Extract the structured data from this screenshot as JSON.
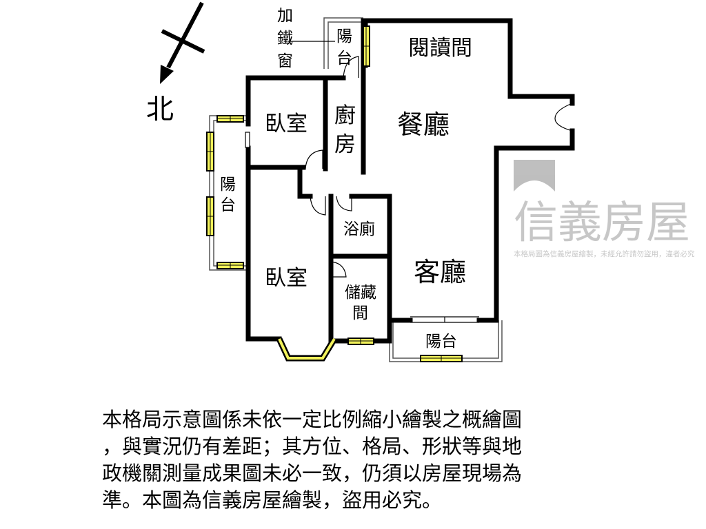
{
  "compass": {
    "north_label": "北"
  },
  "rooms": {
    "iron_window": [
      "加",
      "鐵",
      "窗"
    ],
    "balcony_top": [
      "陽",
      "台"
    ],
    "reading_room": "閱讀間",
    "bedroom_1": "臥室",
    "kitchen": [
      "廚",
      "房"
    ],
    "dining_room": "餐廳",
    "balcony_left": [
      "陽",
      "台"
    ],
    "bathroom": "浴廁",
    "bedroom_2": "臥室",
    "storage": [
      "儲藏",
      "間"
    ],
    "living_room": "客廳",
    "balcony_bottom": "陽台"
  },
  "watermark": {
    "brand": "信義房屋",
    "notice": "本格局圖為信義房屋繪製，未經允許請勿盜用，違者必究"
  },
  "disclaimer": [
    "本格局示意圖係未依一定比例縮小繪製之概繪圖",
    "，與實況仍有差距；其方位、格局、形狀等與地",
    "政機關測量成果圖未必一致，仍須以房屋現場為",
    "準。本圖為信義房屋繪製，盜用必究。"
  ],
  "colors": {
    "wall": "#000000",
    "window": "#f2f25a",
    "watermark": "#9a9a9a"
  }
}
